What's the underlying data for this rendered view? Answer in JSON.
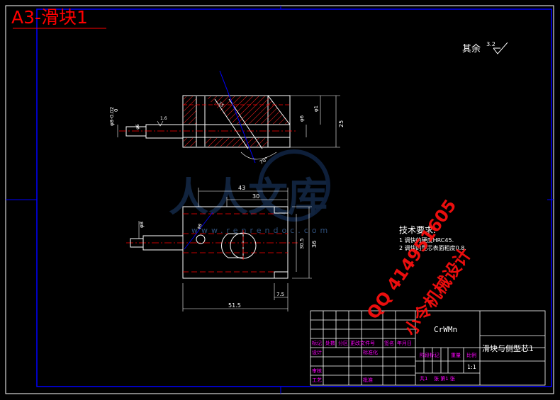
{
  "title": "A3-滑块1",
  "roughness": {
    "label": "其余",
    "value": "3.2"
  },
  "tech_requirements": {
    "heading": "技术要求:",
    "items": [
      "1 调快的硬度HRC45.",
      "2 调快的型芯表面粗度0.8."
    ]
  },
  "dimensions": {
    "top_view": {
      "tol_diameter": "φ8-0.02",
      "tol_upper": "0",
      "d_shank": "φ6",
      "ra": "1.6",
      "d_hole": "φ6",
      "d_small": "φ1",
      "height": "25",
      "angle": "15",
      "slant": "70°"
    },
    "bottom_view": {
      "len_43": "43",
      "len_30": "30",
      "d_pin": "φ8",
      "r_hole": "φ8",
      "h_30_5": "30.5",
      "h_36": "36",
      "w_7_5": "7.5",
      "len_51_5": "51.5"
    }
  },
  "watermark": {
    "brand": "人人文库",
    "url": "www.renrendoc.com",
    "qq": "QQ 414951605",
    "designer": "小令机械设计"
  },
  "title_block": {
    "material": "CrWMn",
    "part_name": "滑块与侧型芯1",
    "scale": "1:1",
    "sheet_total": "共1",
    "sheet_no": "张 第1 张",
    "headers": [
      "标记",
      "处数",
      "分区",
      "更改文件号",
      "签名",
      "年月日"
    ],
    "row_labels": [
      "设计",
      "标准化",
      "审核",
      "工艺",
      "批准"
    ],
    "stage_labels": [
      "阶段标记",
      "重量",
      "比例"
    ]
  },
  "colors": {
    "frame": "#ffffff",
    "blue": "#0000ff",
    "red": "#ff0000",
    "magenta": "#ff00ff",
    "hatch": "#ff0000",
    "center": "#ff0000"
  }
}
